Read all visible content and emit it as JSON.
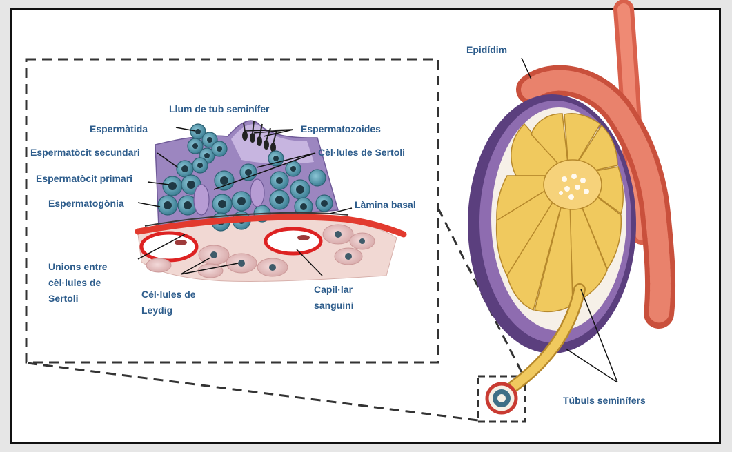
{
  "labels": {
    "epididim": "Epidídim",
    "llum": "Llum de tub seminífer",
    "espermatida": "Espermàtida",
    "espermatozoides": "Espermatozoides",
    "secundari": "Espermatòcit secundari",
    "sertoli": "Cèl·lules de Sertoli",
    "primari": "Espermatòcit primari",
    "espermatogonia": "Espermatogònia",
    "lamina": "Làmina basal",
    "unions": [
      "Unions entre",
      "cèl·lules de",
      "Sertoli"
    ],
    "leydig": [
      "Cèl·lules de",
      "Leydig"
    ],
    "capillar": [
      "Capil·lar",
      "sanguini"
    ],
    "tubuls": "Túbuls seminífers"
  },
  "colors": {
    "label_text": "#2e5d8c",
    "epididymis": "#e0705a",
    "testis_capsule": "#6a4a8a",
    "tubules": "#f1cf6a",
    "cells": "#4d8fa3",
    "basal_lamina": "#e23a2e",
    "lumen": "#c7b5e0"
  }
}
